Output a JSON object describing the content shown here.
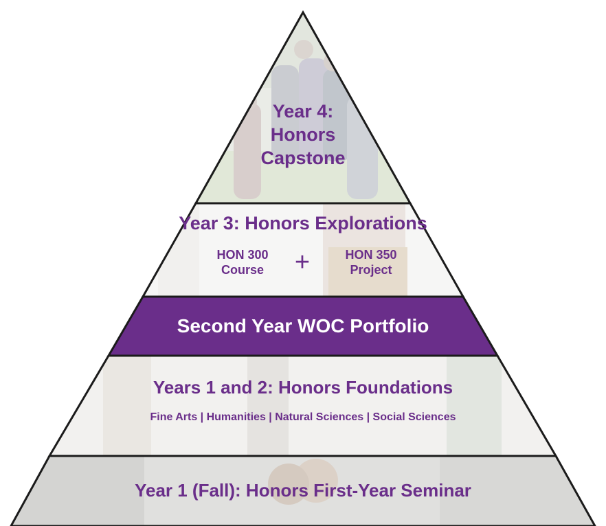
{
  "colors": {
    "primary_purple": "#6a2e8a",
    "band_text": "#ffffff",
    "outline": "#1b1b1b"
  },
  "tiers": {
    "year4": {
      "line1": "Year 4:",
      "line2": "Honors",
      "line3": "Capstone"
    },
    "year3": {
      "title": "Year 3: Honors Explorations",
      "left_line1": "HON 300",
      "left_line2": "Course",
      "plus": "+",
      "right_line1": "HON 350",
      "right_line2": "Project"
    },
    "portfolio": {
      "title": "Second Year WOC Portfolio"
    },
    "foundations": {
      "title": "Years 1 and 2: Honors Foundations",
      "subtitle": "Fine Arts | Humanities | Natural Sciences | Social Sciences"
    },
    "seminar": {
      "title": "Year 1 (Fall): Honors First-Year Seminar"
    }
  }
}
